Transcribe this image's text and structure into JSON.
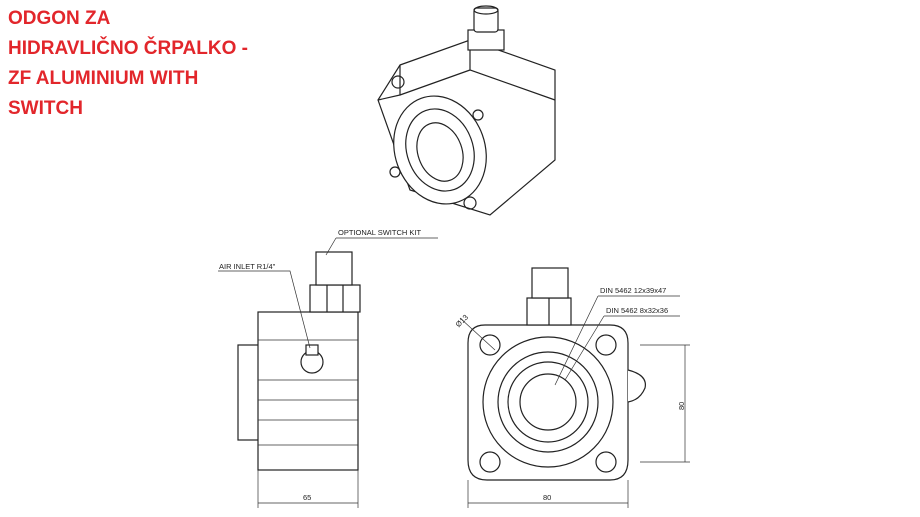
{
  "title_lines": [
    "ODGON ZA",
    "HIDRAVLIČNO ČRPALKO -",
    "ZF ALUMINIUM WITH",
    "SWITCH"
  ],
  "drawing": {
    "optional_switch_kit": "OPTIONAL SWITCH KIT",
    "air_inlet": "AIR INLET R1/4\"",
    "spline_1": "DIN 5462 12x39x47",
    "spline_2": "DIN 5462 8x32x36",
    "hole_dia": "Ø13",
    "dim_side_width": "65",
    "dim_front_width": "80",
    "dim_front_height": "80"
  },
  "colors": {
    "title": "#e2262b"
  }
}
